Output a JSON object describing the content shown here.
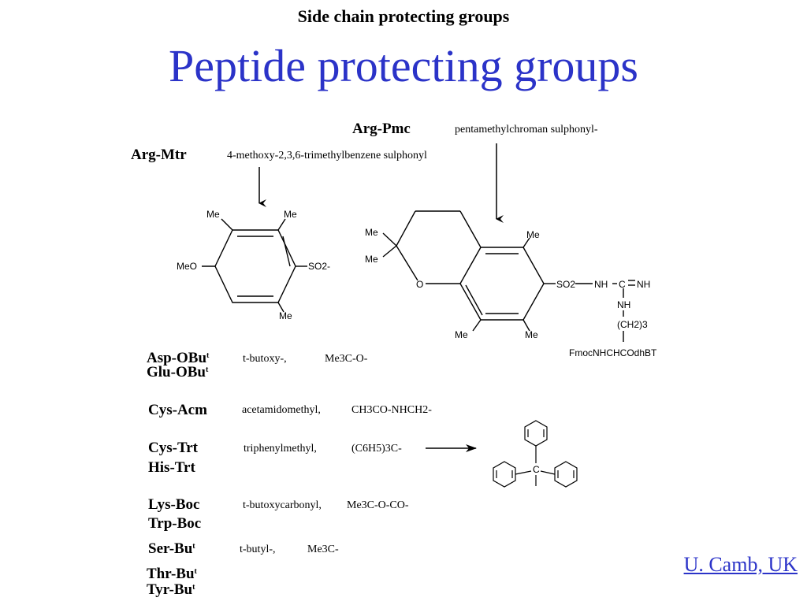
{
  "slide": {
    "subtitle": "Side chain protecting groups",
    "title": "Peptide protecting groups",
    "credit": "U. Camb, UK"
  },
  "arg_pmc": {
    "label": "Arg-Pmc",
    "description": "pentamethylchroman sulphonyl-",
    "atoms": {
      "me1": "Me",
      "me2": "Me",
      "me3": "Me",
      "me4": "Me",
      "me5": "Me",
      "o": "O",
      "so2": "SO2",
      "nh1": "NH",
      "c": "C",
      "nh2": "NH",
      "nh3": "NH",
      "ch2": "(CH2)3",
      "fmoc": "FmocNHCHCOdhBT"
    }
  },
  "arg_mtr": {
    "label": "Arg-Mtr",
    "description": "4-methoxy-2,3,6-trimethylbenzene sulphonyl",
    "atoms": {
      "me1": "Me",
      "me2": "Me",
      "me3": "Me",
      "meo": "MeO",
      "so2": "SO2-"
    }
  },
  "groups": [
    {
      "label1": "Asp-OBu",
      "sup1": "t",
      "label2": "Glu-OBu",
      "sup2": "t",
      "desc": "t-butoxy-,",
      "formula": "Me3C-O-"
    },
    {
      "label1": "Cys-Acm",
      "desc": "acetamidomethyl,",
      "formula": "CH3CO-NHCH2-"
    },
    {
      "label1": "Cys-Trt",
      "label2": "His-Trt",
      "desc": "triphenylmethyl,",
      "formula": "(C6H5)3C-"
    },
    {
      "label1": "Lys-Boc",
      "label2": "Trp-Boc",
      "desc": "t-butoxycarbonyl,",
      "formula": "Me3C-O-CO-"
    },
    {
      "label1": "Ser-Bu",
      "sup1": "t",
      "desc": "t-butyl-,",
      "formula": "Me3C-"
    },
    {
      "label1": "Thr-Bu",
      "sup1": "t",
      "label2": "Tyr-Bu",
      "sup2": "t"
    }
  ],
  "trityl": {
    "center": "C"
  }
}
